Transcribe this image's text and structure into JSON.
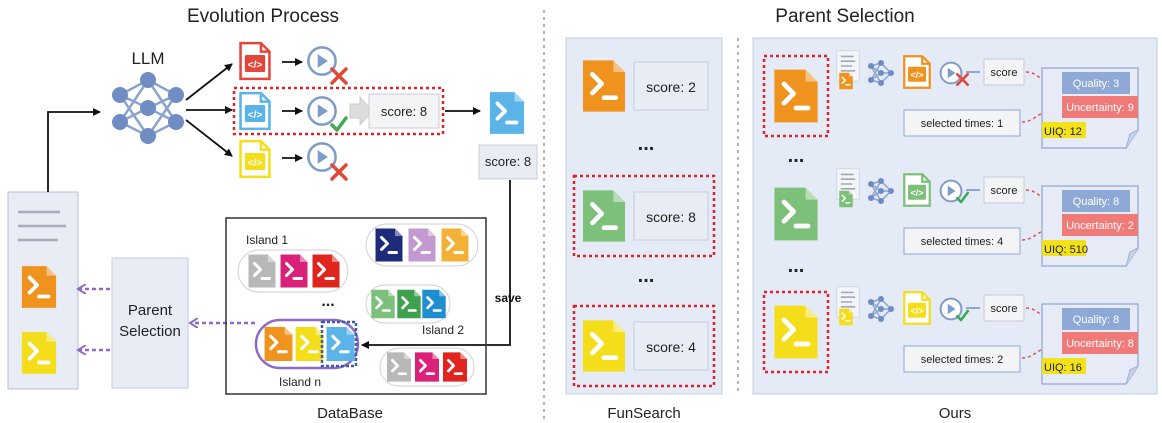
{
  "headings": {
    "evolution": "Evolution Process",
    "parent_selection": "Parent Selection"
  },
  "evolution": {
    "llm_label": "LLM",
    "candidate_score": "score: 8",
    "selected_score": "score: 8",
    "save_label": "save",
    "parent_selection_label_line1": "Parent",
    "parent_selection_label_line2": "Selection",
    "database_label": "DataBase",
    "island1_label": "Island 1",
    "island2_label": "Island 2",
    "islandn_label": "Island n",
    "ellipsis": "..."
  },
  "funsearch": {
    "label": "FunSearch",
    "ellipsis": "...",
    "items": [
      {
        "color": "#F0921E",
        "score": "score: 2",
        "highlighted": false
      },
      {
        "color": "#7DC07A",
        "score": "score: 8",
        "highlighted": true
      },
      {
        "color": "#F4DE1C",
        "score": "score: 4",
        "highlighted": true
      }
    ]
  },
  "ours": {
    "label": "Ours",
    "ellipsis": "...",
    "items": [
      {
        "color": "#F0921E",
        "score_label": "score",
        "selected_times": "selected times: 1",
        "quality": "Quality: 3",
        "uncertainty": "Uncertainty: 9",
        "uiq": "UIQ: 12",
        "result": "fail"
      },
      {
        "color": "#7DC07A",
        "score_label": "score",
        "selected_times": "selected times: 4",
        "quality": "Quality: 8",
        "uncertainty": "Uncertainty: 2",
        "uiq": "UIQ: 510",
        "result": "pass"
      },
      {
        "color": "#F4DE1C",
        "score_label": "score",
        "selected_times": "selected times: 2",
        "quality": "Quality: 8",
        "uncertainty": "Uncertainty: 8",
        "uiq": "UIQ: 16",
        "result": "pass"
      }
    ]
  },
  "colors": {
    "orange": "#F0921E",
    "green": "#7DC07A",
    "yellow": "#F4DE1C",
    "blue": "#5AB4E8",
    "red": "#E2473A",
    "quality_bar": "#8FA9D6",
    "uncertainty_bar": "#F07A78",
    "uiq_highlight": "#F3E21A",
    "panel_bg": "#E4EAF6",
    "dotted_red": "#D9242B",
    "purple": "#8E6BC2"
  }
}
